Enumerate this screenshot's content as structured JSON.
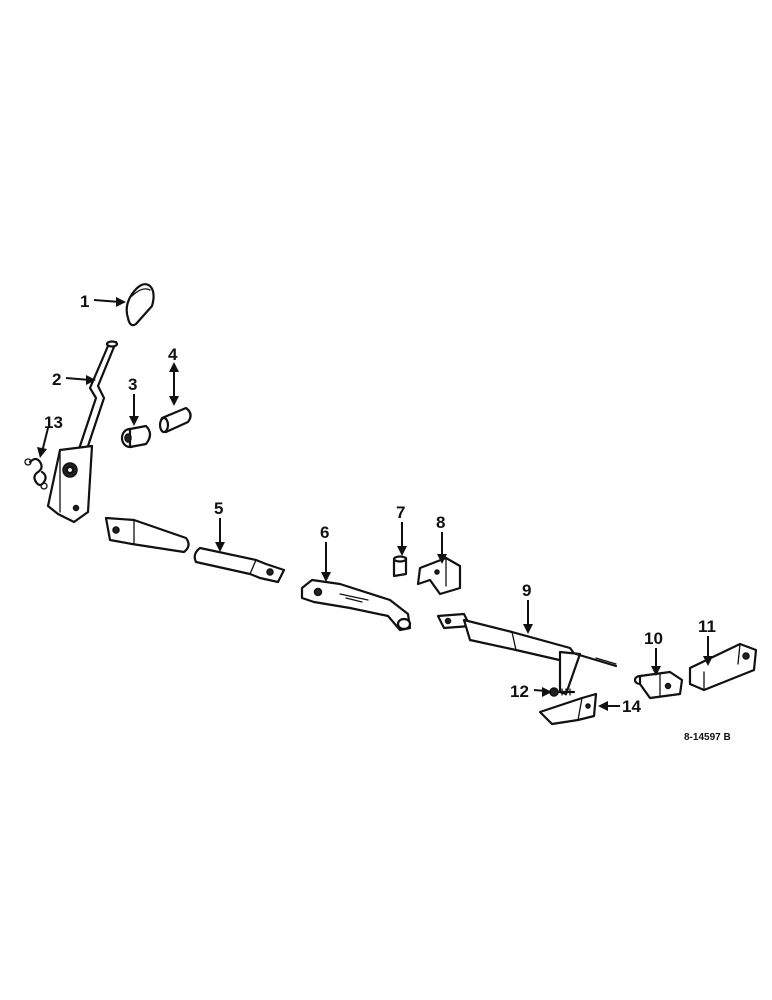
{
  "diagram": {
    "reference_code": "8-14597 B",
    "callouts": [
      "1",
      "2",
      "3",
      "4",
      "5",
      "6",
      "7",
      "8",
      "9",
      "10",
      "11",
      "12",
      "13",
      "14"
    ]
  }
}
